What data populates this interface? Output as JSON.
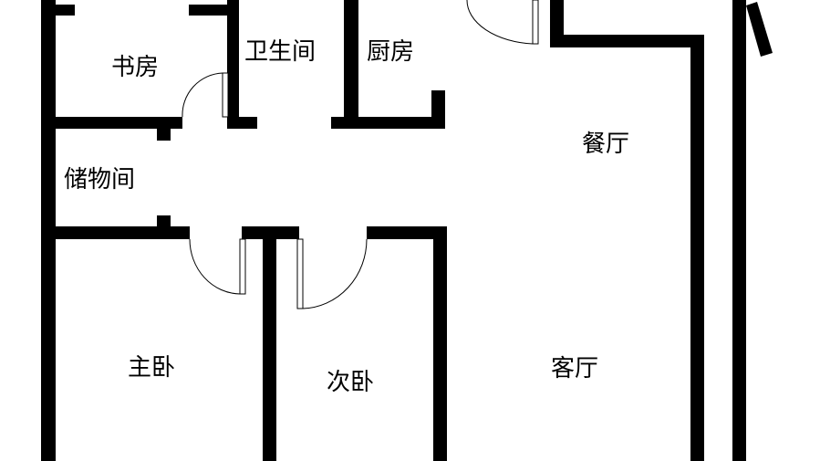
{
  "rooms": {
    "study": "书房",
    "bathroom": "卫生间",
    "kitchen": "厨房",
    "storage": "储物间",
    "dining": "餐厅",
    "master_bedroom": "主卧",
    "second_bedroom": "次卧",
    "living_room": "客厅"
  },
  "colors": {
    "wall": "#000000",
    "background": "#ffffff"
  }
}
